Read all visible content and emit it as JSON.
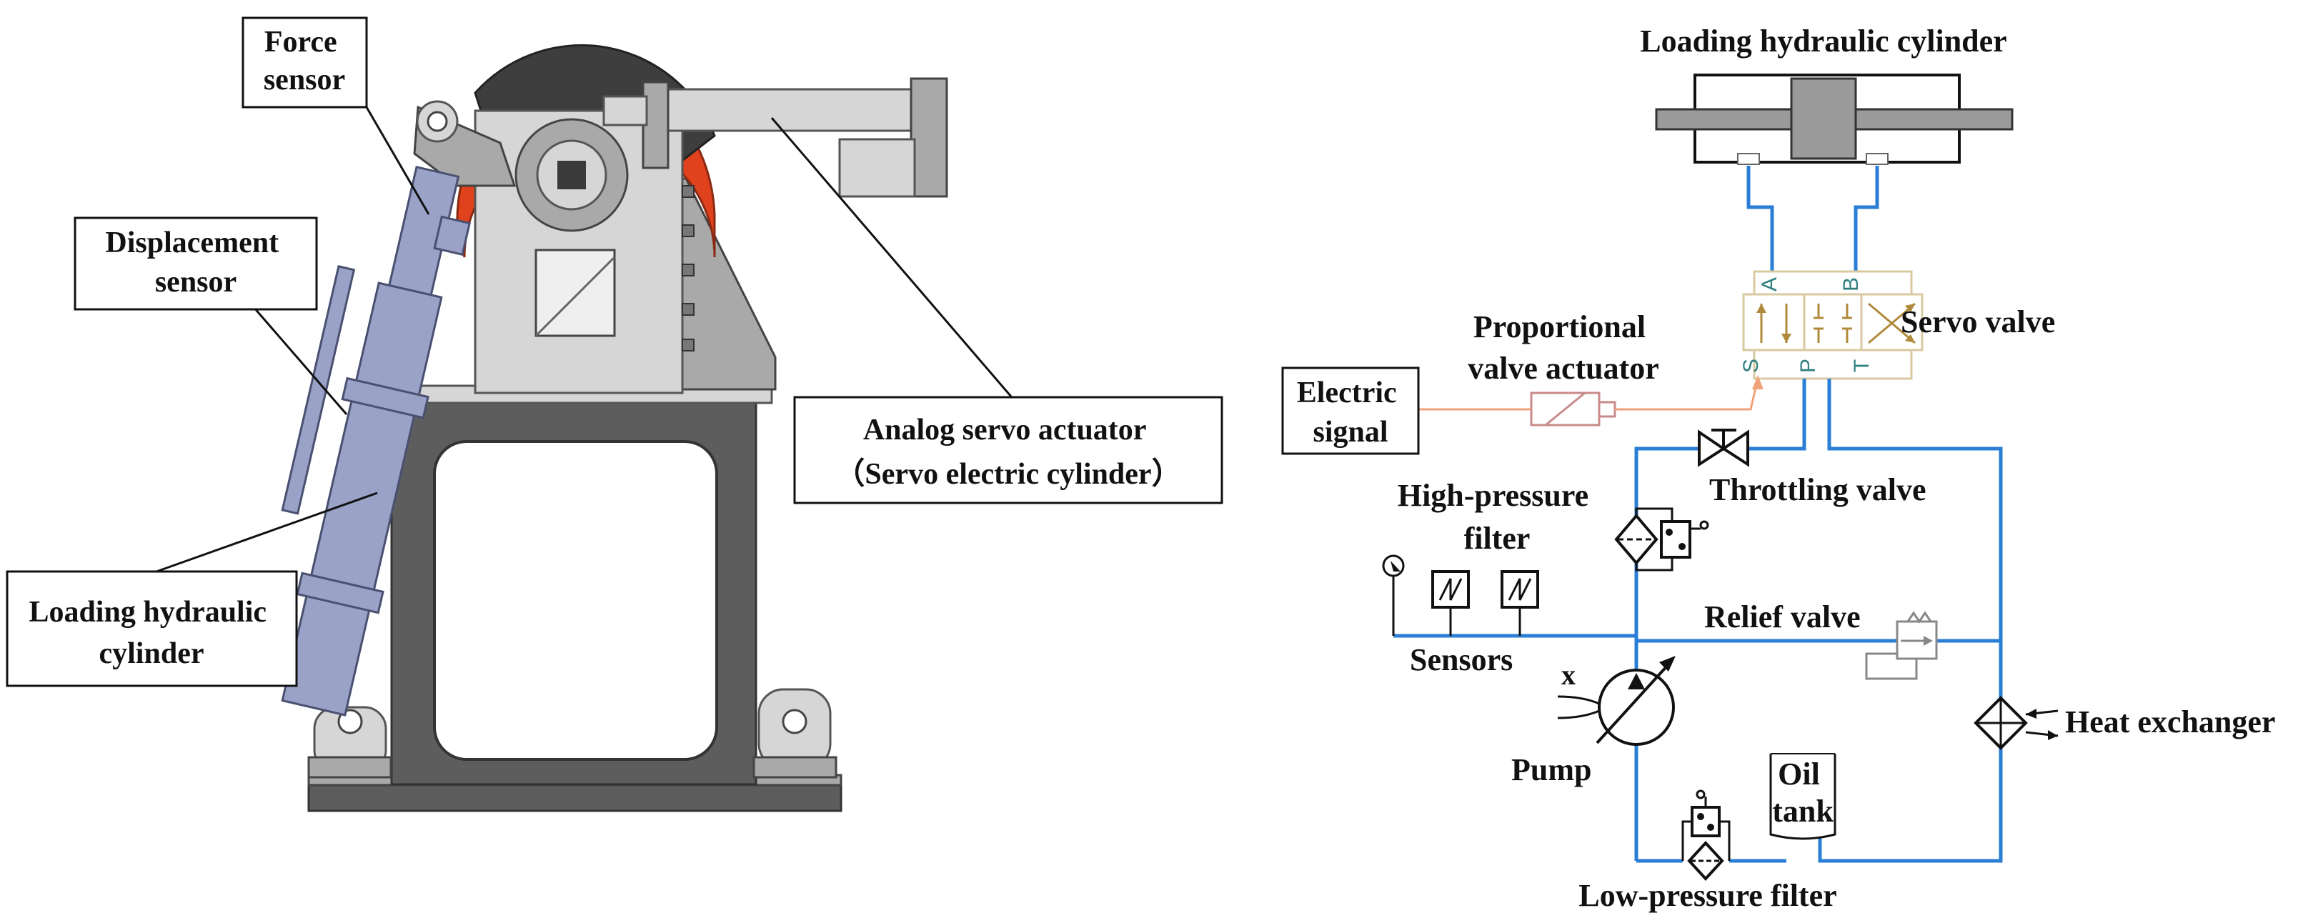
{
  "labels": {
    "force_sensor": [
      "Force",
      "sensor"
    ],
    "displacement_sensor": [
      "Displacement",
      "sensor"
    ],
    "loading_cylinder_left": [
      "Loading hydraulic",
      "cylinder"
    ],
    "analog_servo": [
      "Analog servo actuator",
      "（Servo electric cylinder）"
    ],
    "loading_cylinder_top": "Loading hydraulic cylinder",
    "servo_valve": "Servo valve",
    "proportional_valve": [
      "Proportional",
      "valve actuator"
    ],
    "electric_signal": [
      "Electric",
      "signal"
    ],
    "throttling_valve": "Throttling valve",
    "high_pressure_filter": [
      "High-pressure",
      "filter"
    ],
    "relief_valve": "Relief valve",
    "sensors": "Sensors",
    "pump": "Pump",
    "pump_x": "x",
    "oil_tank": [
      "Oil",
      "tank"
    ],
    "heat_exchanger": "Heat exchanger",
    "low_pressure_filter": "Low-pressure filter"
  },
  "ports": {
    "a": "A",
    "b": "B",
    "s": "S",
    "p": "P",
    "t": "T"
  },
  "colors": {
    "pipe": "#2a7ed6",
    "signal_line": "#f2a27a",
    "proportional_valve": "#c98a8a",
    "servo_valve_frame": "#d8c9a0",
    "servo_valve_arrows": "#b08a3a",
    "port_letters": "#2f7f7f",
    "actuator_red": "#e0421e"
  }
}
